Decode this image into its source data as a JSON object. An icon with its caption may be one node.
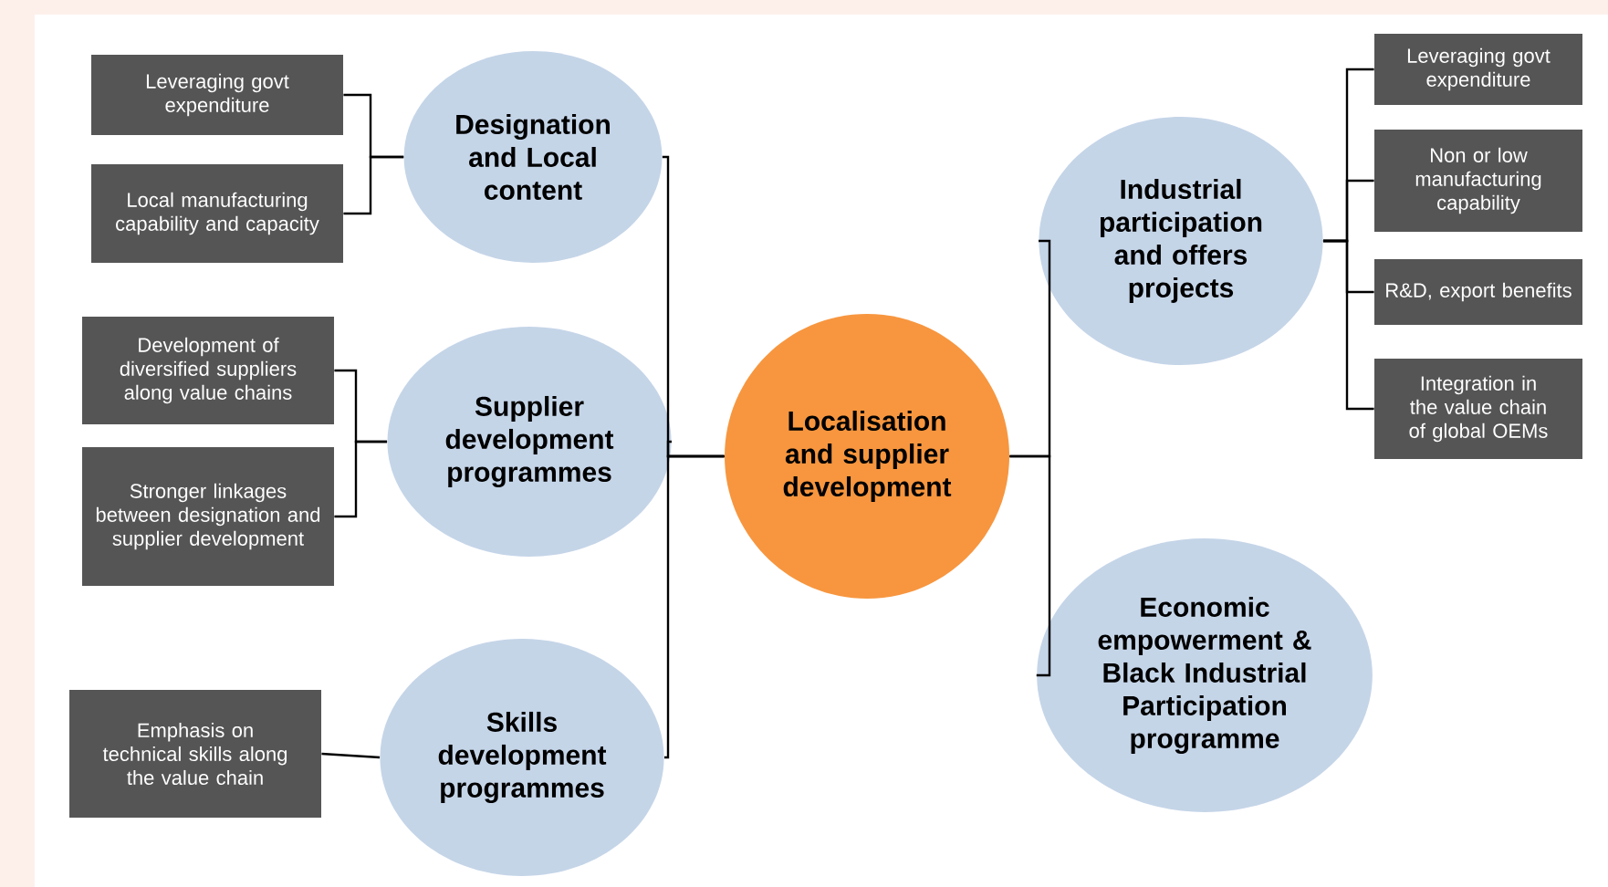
{
  "diagram": {
    "nodes": [
      {
        "text": [
          "Localisation and supplier development"
        ]
      },
      {
        "text": [
          "Designation and Local content"
        ]
      },
      {
        "text": [
          "Leveraging govt expenditure"
        ]
      },
      {
        "text": [
          "Local manufacturing capability and capacity"
        ]
      },
      {
        "text": [
          "Supplier development programmes"
        ]
      },
      {
        "text": [
          "Development of diversified suppliers along value chains"
        ]
      },
      {
        "text": [
          "Stronger linkages between designation and supplier development"
        ]
      },
      {
        "text": [
          "Skills development programmes"
        ]
      },
      {
        "text": [
          "Emphasis on technical skills along the value chain"
        ]
      },
      {
        "text": [
          "Industrial participation and offers projects"
        ]
      },
      {
        "text": [
          "Leveraging govt expenditure"
        ]
      },
      {
        "text": [
          "Non or low manufacturing capability"
        ]
      },
      {
        "text": [
          "R&D, export benefits"
        ]
      },
      {
        "text": [
          "Integration in the value chain of global OEMs"
        ]
      },
      {
        "text": [
          "Economic empowerment & Black Industrial Participation programme"
        ]
      }
    ],
    "edges": [
      {
        "from": 0,
        "to": 1,
        "arrow": "none"
      },
      {
        "from": 0,
        "to": 4,
        "arrow": "none"
      },
      {
        "from": 0,
        "to": 7,
        "arrow": "none"
      },
      {
        "from": 0,
        "to": 9,
        "arrow": "none"
      },
      {
        "from": 0,
        "to": 14,
        "arrow": "none"
      },
      {
        "from": 1,
        "to": 2,
        "arrow": "none"
      },
      {
        "from": 1,
        "to": 3,
        "arrow": "none"
      },
      {
        "from": 4,
        "to": 5,
        "arrow": "none"
      },
      {
        "from": 4,
        "to": 6,
        "arrow": "none"
      },
      {
        "from": 7,
        "to": 8,
        "arrow": "none"
      },
      {
        "from": 9,
        "to": 10,
        "arrow": "none"
      },
      {
        "from": 9,
        "to": 11,
        "arrow": "none"
      },
      {
        "from": 9,
        "to": 12,
        "arrow": "none"
      },
      {
        "from": 9,
        "to": 13,
        "arrow": "none"
      }
    ]
  }
}
